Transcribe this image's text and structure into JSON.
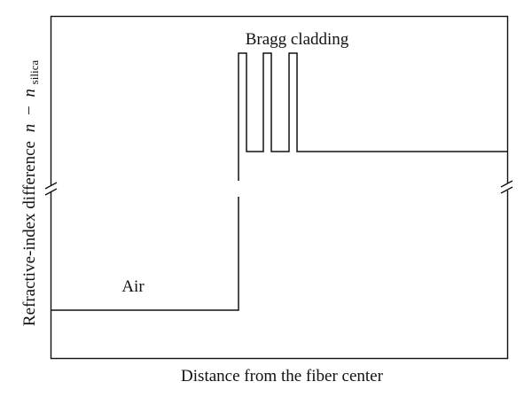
{
  "figure": {
    "annotations": {
      "cladding_label": "Bragg cladding",
      "core_label": "Air"
    },
    "x_axis": {
      "label": "Distance from the fiber center"
    },
    "y_axis": {
      "label_main": "Refractive-index difference",
      "label_var": "n",
      "label_minus": "−",
      "label_sub_var": "n",
      "label_subscript": "silica"
    },
    "axis_break": "y-axis broken (//) on both sides",
    "profile_regions": [
      "Air core",
      "Bragg cladding: 3 high-index layers",
      "Silica cladding"
    ],
    "colors": {
      "line": "#111111",
      "background": "#ffffff"
    }
  }
}
